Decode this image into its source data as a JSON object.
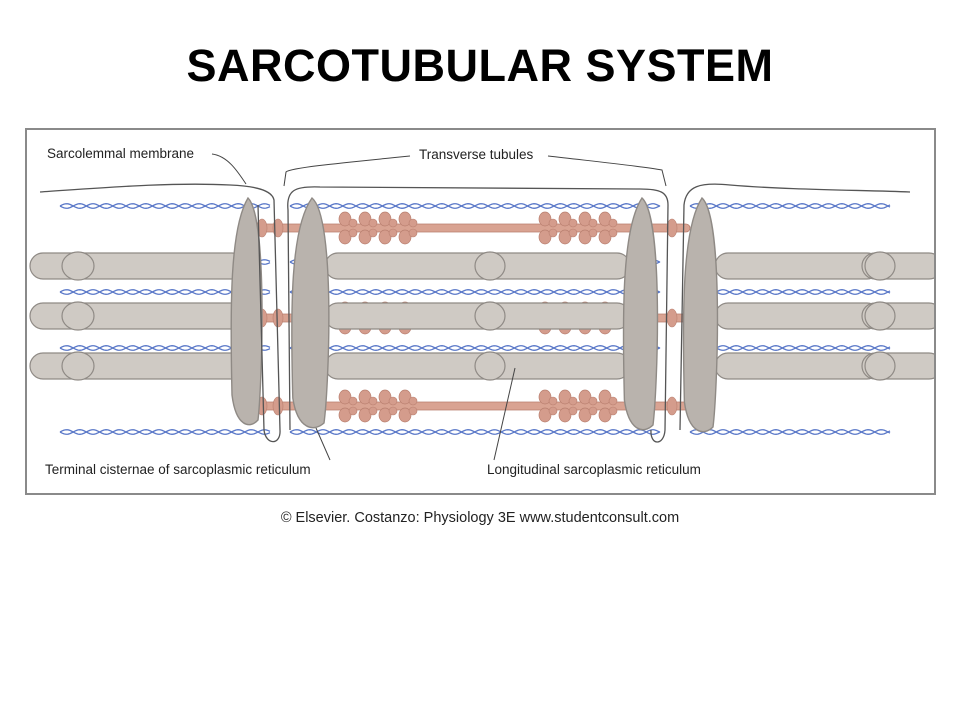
{
  "slide": {
    "title": "SARCOTUBULAR SYSTEM",
    "credit": "© Elsevier. Costanzo: Physiology 3E www.studentconsult.com"
  },
  "labels": {
    "sarcolemma": "Sarcolemmal membrane",
    "t_tubules": "Transverse tubules",
    "terminal_cisternae": "Terminal cisternae of sarcoplasmic reticulum",
    "longitudinal_sr": "Longitudinal sarcoplasmic reticulum"
  },
  "colors": {
    "sr_fill": "#cfcac4",
    "sr_stroke": "#8f8a85",
    "cisterna_fill": "#b9b3ad",
    "thick_filament": "#d9a392",
    "myosin_head": "#d49c8c",
    "thin_filament": "#5a78c8",
    "membrane": "#555555",
    "frame": "#8a8a8a"
  }
}
